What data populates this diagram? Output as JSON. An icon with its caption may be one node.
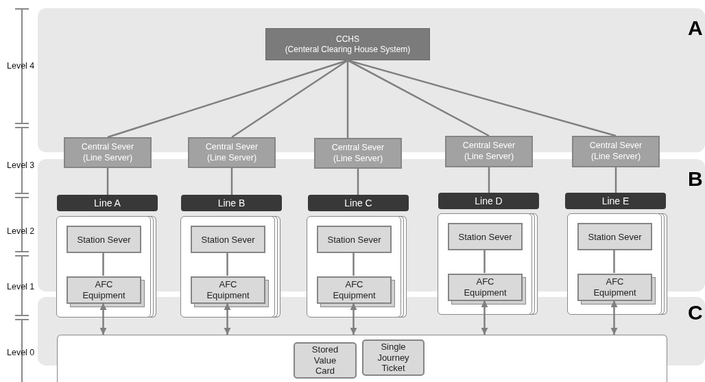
{
  "diagram": {
    "nodes": [
      {
        "text": [
          "CCHS",
          "(Centeral Clearing House System)"
        ]
      },
      {
        "text": [
          "Central Sever",
          "(Line Server)"
        ]
      },
      {
        "text": [
          "Central Sever",
          "(Line Server)"
        ]
      },
      {
        "text": [
          "Central Sever",
          "(Line Server)"
        ]
      },
      {
        "text": [
          "Central Sever",
          "(Line Server)"
        ]
      },
      {
        "text": [
          "Central Sever",
          "(Line Server)"
        ]
      },
      {
        "text": [
          "Line A"
        ]
      },
      {
        "text": [
          "Line B"
        ]
      },
      {
        "text": [
          "Line C"
        ]
      },
      {
        "text": [
          "Line D"
        ]
      },
      {
        "text": [
          "Line E"
        ]
      },
      {
        "text": [],
        "shape": "box"
      },
      {
        "text": [
          "Station Sever"
        ],
        "in": 11
      },
      {
        "text": [
          "AFC Equipment"
        ],
        "in": 11
      },
      {
        "text": [],
        "shape": "box"
      },
      {
        "text": [
          "Station Sever"
        ],
        "in": 14
      },
      {
        "text": [
          "AFC Equipment"
        ],
        "in": 14
      },
      {
        "text": [],
        "shape": "box"
      },
      {
        "text": [
          "Station Sever"
        ],
        "in": 17
      },
      {
        "text": [
          "AFC Equipment"
        ],
        "in": 17
      },
      {
        "text": [],
        "shape": "box"
      },
      {
        "text": [
          "Station Sever"
        ],
        "in": 20
      },
      {
        "text": [
          "AFC Equipment"
        ],
        "in": 20
      },
      {
        "text": [],
        "shape": "box"
      },
      {
        "text": [
          "Station Sever"
        ],
        "in": 23
      },
      {
        "text": [
          "AFC Equipment"
        ],
        "in": 23
      },
      {
        "text": [],
        "shape": "box"
      },
      {
        "text": [
          "Stored Value Card"
        ],
        "in": 26
      },
      {
        "text": [
          "Single Journey Ticket"
        ],
        "in": 26
      }
    ],
    "edges": [
      {
        "from": 0,
        "to": 1,
        "arrow": "none"
      },
      {
        "from": 0,
        "to": 2,
        "arrow": "none"
      },
      {
        "from": 0,
        "to": 3,
        "arrow": "none"
      },
      {
        "from": 0,
        "to": 4,
        "arrow": "none"
      },
      {
        "from": 0,
        "to": 5,
        "arrow": "none"
      },
      {
        "from": 1,
        "to": 6,
        "arrow": "none"
      },
      {
        "from": 2,
        "to": 7,
        "arrow": "none"
      },
      {
        "from": 3,
        "to": 8,
        "arrow": "none"
      },
      {
        "from": 4,
        "to": 9,
        "arrow": "none"
      },
      {
        "from": 5,
        "to": 10,
        "arrow": "none"
      },
      {
        "from": 12,
        "to": 13,
        "arrow": "none"
      },
      {
        "from": 15,
        "to": 16,
        "arrow": "none"
      },
      {
        "from": 18,
        "to": 19,
        "arrow": "none"
      },
      {
        "from": 21,
        "to": 22,
        "arrow": "none"
      },
      {
        "from": 24,
        "to": 25,
        "arrow": "none"
      },
      {
        "from": 13,
        "to": 26,
        "arrow": "both"
      },
      {
        "from": 16,
        "to": 26,
        "arrow": "both"
      },
      {
        "from": 19,
        "to": 26,
        "arrow": "both"
      },
      {
        "from": 22,
        "to": 26,
        "arrow": "both"
      },
      {
        "from": 25,
        "to": 26,
        "arrow": "both"
      }
    ],
    "labels": [
      "A",
      "Level 4",
      "Level 3",
      "B",
      "Level 2",
      "Level 1",
      "C",
      "Level 0"
    ]
  }
}
